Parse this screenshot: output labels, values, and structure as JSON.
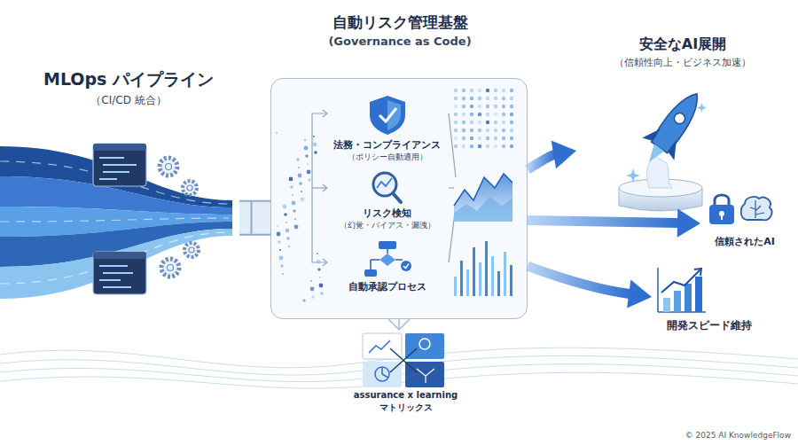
{
  "diagram": {
    "nodes": [
      {
        "text": [
          "MLOps パイプライン",
          "（CI/CD 統合）"
        ]
      },
      {
        "text": [
          "自動リスク管理基盤",
          "(Governance as Code)"
        ]
      },
      {
        "text": [
          "法務・コンプライアンス",
          "（ポリシー自動適用）"
        ],
        "in": 1
      },
      {
        "text": [
          "リスク検知",
          "（幻覚・バイアス・漏洩）"
        ],
        "in": 1
      },
      {
        "text": [
          "自動承認プロセス"
        ],
        "in": 1
      },
      {
        "text": [
          "assurance x learning マトリックス"
        ]
      },
      {
        "text": [
          "安全なAI展開",
          "（信頼性向上・ビジネス加速）"
        ]
      },
      {
        "text": [
          "信頼されたAI"
        ]
      },
      {
        "text": [
          "開発スピード維持"
        ]
      }
    ],
    "edges": [
      {
        "from": 0,
        "to": 1,
        "arrow": "none"
      },
      {
        "from": 1,
        "to": 5,
        "arrow": "none"
      },
      {
        "from": 1,
        "to": 6,
        "arrow": "to"
      },
      {
        "from": 1,
        "to": 7,
        "arrow": "to"
      },
      {
        "from": 1,
        "to": 8,
        "arrow": "to"
      }
    ],
    "labels": [
      "© 2025 AI KnowledgeFlow"
    ]
  }
}
